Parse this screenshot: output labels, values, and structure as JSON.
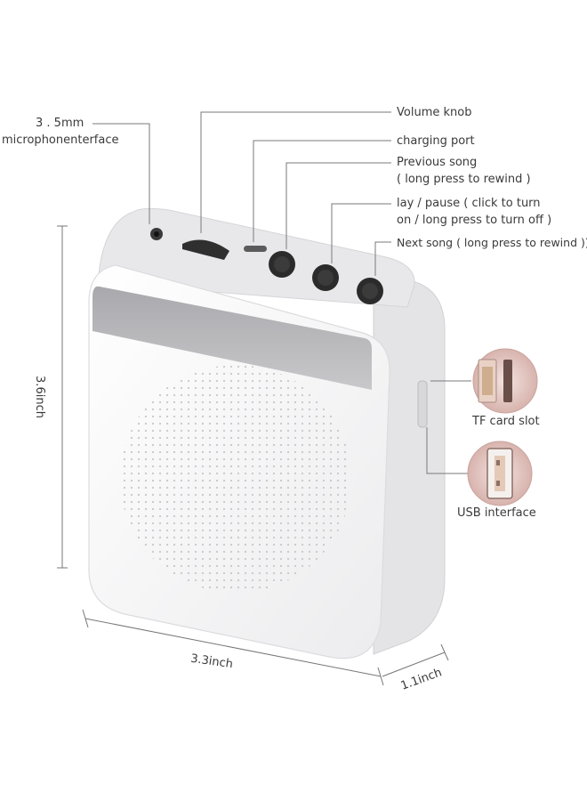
{
  "labels": {
    "mic_line1": "3 . 5mm",
    "mic_line2": "microphonenterface",
    "volume": "Volume knob",
    "charging": "charging port",
    "prev_line1": "Previous song",
    "prev_line2": "( long press to rewind )",
    "play_line1": "lay / pause ( click to turn",
    "play_line2": "on / long press to turn off )",
    "next": "Next song ( long press to rewind ))",
    "tf": "TF card slot",
    "usb": "USB interface"
  },
  "dimensions": {
    "height": "3.6inch",
    "width": "3.3inch",
    "depth": "1.1inch"
  },
  "colors": {
    "body": "#ffffff",
    "top_panel": "#e9e9ec",
    "grille_band": "#b9b9bc",
    "button": "#2b2b2b",
    "callout_line": "#7a7a7a",
    "inset_ring": "#d9a7a3"
  }
}
